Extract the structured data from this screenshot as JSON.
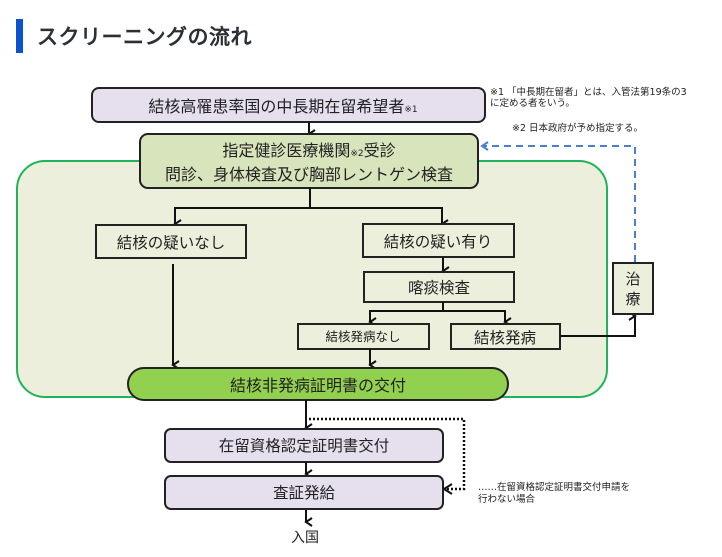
{
  "heading": {
    "title": "スクリーニングの流れ",
    "accent_color": "#0b52cc"
  },
  "colors": {
    "lavender_box": "#e6e0ee",
    "green_box": "#d8e4bc",
    "panel_fill": "#ebefdc",
    "panel_border": "#22b35a",
    "cert_box": "#92d050",
    "dashed_arrow": "#4a7fd0"
  },
  "nodes": {
    "applicant": {
      "label": "結核高罹患率国の中長期在留希望者",
      "note_mark": "※1"
    },
    "clinic_line1": {
      "label": "指定健診医療機関",
      "note_mark": "※2",
      "suffix": "受診"
    },
    "clinic_line2": {
      "label": "問診、身体検査及び胸部レントゲン検査"
    },
    "no_suspicion": {
      "label": "結核の疑いなし"
    },
    "suspicion": {
      "label": "結核の疑い有り"
    },
    "sputum": {
      "label": "喀痰検査"
    },
    "no_onset": {
      "label": "結核発病なし"
    },
    "onset": {
      "label": "結核発病"
    },
    "treatment": {
      "label_line1": "治",
      "label_line2": "療"
    },
    "certificate": {
      "label": "結核非発病証明書の交付"
    },
    "coe": {
      "label": "在留資格認定証明書交付"
    },
    "visa": {
      "label": "査証発給"
    },
    "entry": {
      "label": "入国"
    }
  },
  "notes": {
    "note1_line1": "※1 「中長期在留者」とは、入管法第19条の3",
    "note1_line2": "に定める者をいう。",
    "note2": "※2  日本政府が予め指定する。",
    "dotted_line1": "……在留資格認定証明書交付申請を",
    "dotted_line2": "行わない場合"
  }
}
